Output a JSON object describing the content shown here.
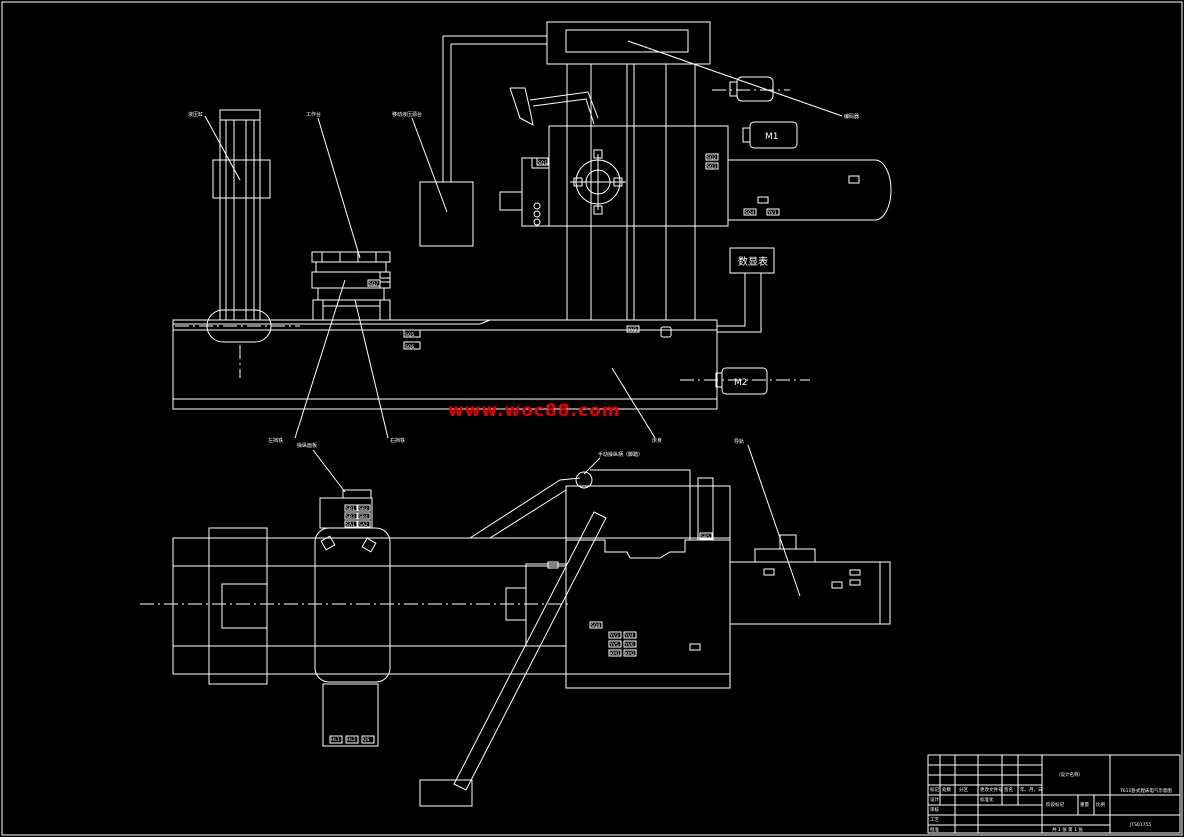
{
  "labels": {
    "column_top": "液压缸",
    "workbench": "工作台",
    "hydraulic_station": "移动液压源台",
    "encoder": "编码器",
    "display": "数显表",
    "motor1": "M1",
    "motor2": "M2",
    "left_stop": "左挡铁",
    "right_stop": "右挡铁",
    "bed": "床身",
    "pendant": "操纵面板",
    "handwheel": "手动操纵柄（脚踏）",
    "rail": "导轨"
  },
  "watermark": "www.woc88.com",
  "switch_tags": [
    "SQ1",
    "SQ2",
    "SQ3",
    "SQ4",
    "SQ5",
    "SQ6",
    "SQ7",
    "SQ8",
    "YV1",
    "YV2",
    "YV3",
    "YV4",
    "YV5",
    "YV6",
    "SB1",
    "SB2",
    "SB3",
    "SB4",
    "SB5",
    "SA1",
    "SA2",
    "HL1",
    "HL2",
    "QS",
    "KM1",
    "KM2"
  ],
  "title_block": {
    "project": "（设计名称）",
    "drawing": "T611卧式镗床电气示意图",
    "drawing_no": "JTS01755",
    "rows": [
      "标记",
      "处数",
      "分区",
      "更改文件号",
      "签名",
      "年、月、日"
    ],
    "sign": [
      "设计",
      "审核",
      "工艺",
      "标准化",
      "批准"
    ],
    "stage": [
      "阶段标记",
      "重量",
      "比例"
    ],
    "sheet": "共 1 张   第 1 张"
  },
  "colors": {
    "line": "#ffffff",
    "background": "#000000",
    "watermark": "#e00000"
  }
}
